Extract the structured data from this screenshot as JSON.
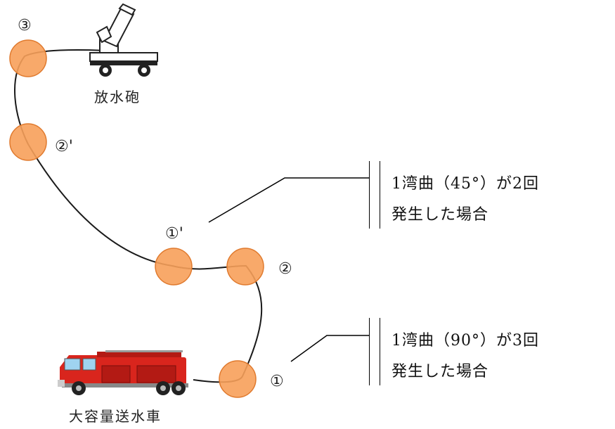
{
  "labels": {
    "bend_1": "①",
    "bend_1_prime": "①'",
    "bend_2": "②",
    "bend_2_prime": "②'",
    "bend_3": "③"
  },
  "vehicles": {
    "cannon": "放水砲",
    "truck": "大容量送水車"
  },
  "notes": {
    "upper": {
      "line1": "1湾曲（45°）が2回",
      "line2": "発生した場合"
    },
    "lower": {
      "line1": "1湾曲（90°）が3回",
      "line2": "発生した場合"
    }
  },
  "colors": {
    "bend_marker_fill": "#F7A05A",
    "bend_marker_stroke": "#E07A2E",
    "hose": "#1a1a1a",
    "truck_body": "#D9251D"
  }
}
